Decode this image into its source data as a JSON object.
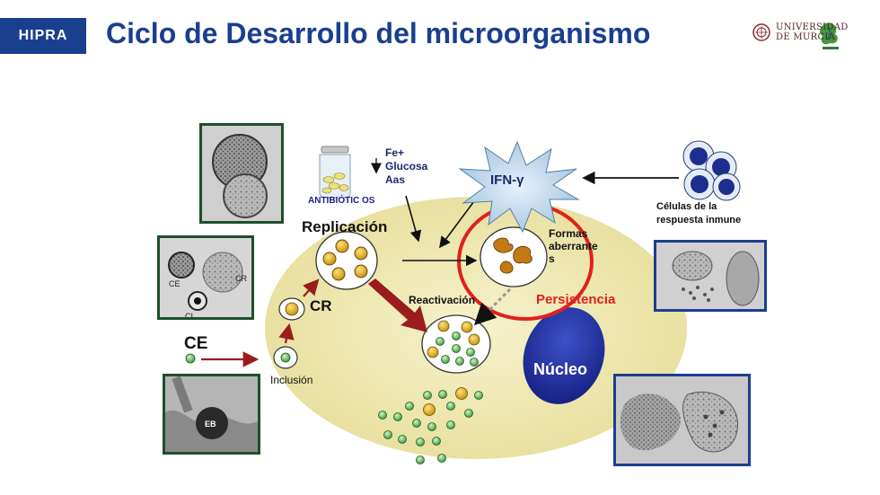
{
  "header": {
    "logo_left": "HIPRA",
    "title": "Ciclo de Desarrollo del microorganismo",
    "logo_right_line1": "UNIVERSIDAD",
    "logo_right_line2": "DE MURCIA"
  },
  "diagram": {
    "antibiotic_label": "ANTIBIÓTIC OS",
    "nutrients": [
      "Fe+",
      "Glucosa",
      "Aas"
    ],
    "ifn": "IFN-γ",
    "immune_cells_label_line1": "Células de la",
    "immune_cells_label_line2": "respuesta inmune",
    "replicacion": "Replicación",
    "formas_line1": "Formas",
    "formas_line2": "aberrante",
    "formas_line3": "s",
    "persistencia": "Persistencia",
    "reactivacion": "Reactivación",
    "cr": "CR",
    "ce": "CE",
    "inclusion": "Inclusión",
    "nucleo": "Núcleo",
    "micro_ce": "CE",
    "micro_cr": "CR",
    "micro_ci": "CI",
    "micro_eb": "EB"
  },
  "colors": {
    "brand_blue": "#1a3f8f",
    "cell_fill": "#efe9b0",
    "persistence_red": "#e0201c",
    "arrow_dark_red": "#9b1c1c",
    "nucleus": "#1c2f9c",
    "ifn_burst": "#b8d4ea"
  }
}
